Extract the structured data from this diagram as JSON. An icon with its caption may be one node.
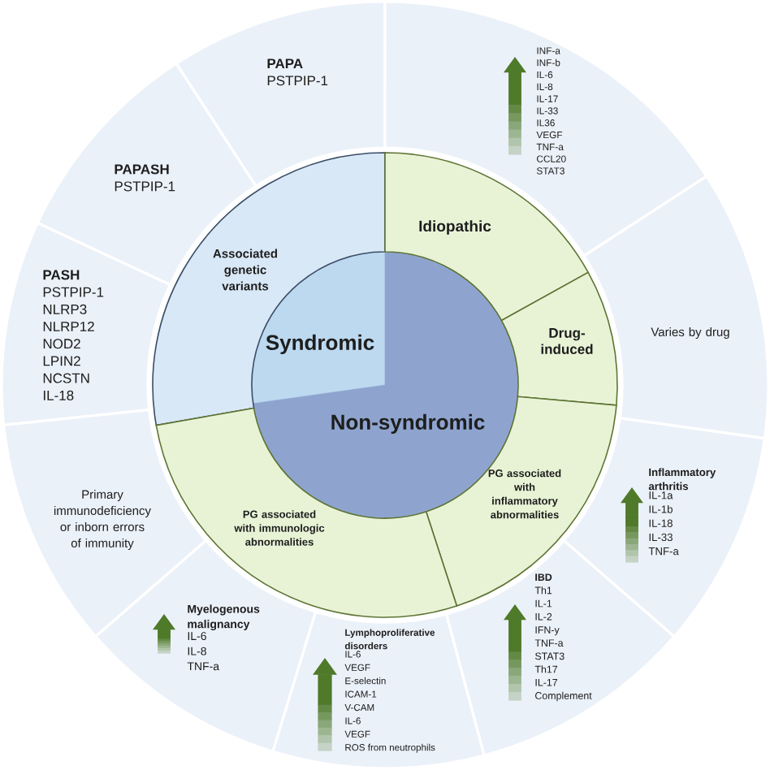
{
  "diagram": {
    "nodes": [
      {
        "text": [
          "Syndromic"
        ]
      },
      {
        "text": [
          "Non-syndromic"
        ]
      },
      {
        "text": [
          "Associated genetic variants"
        ]
      },
      {
        "text": [
          "Idiopathic"
        ]
      },
      {
        "text": [
          "Drug-induced"
        ]
      },
      {
        "text": [
          "PG associated with inflammatory abnormalities"
        ]
      },
      {
        "text": [
          "PG associated with immunologic abnormalities"
        ]
      },
      {
        "text": [
          "PAPA",
          "PSTPIP-1"
        ]
      },
      {
        "text": [
          "PAPASH",
          "PSTPIP-1"
        ]
      },
      {
        "text": [
          "PASH",
          "PSTPIP-1",
          "NLRP3",
          "NLRP12",
          "NOD2",
          "LPIN2",
          "NCSTN",
          "IL-18"
        ]
      },
      {
        "text": [
          "Primary immunodeficiency or inborn errors of immunity"
        ]
      },
      {
        "text": [
          "Myelogenous malignancy",
          "IL-6",
          "IL-8",
          "TNF-a"
        ]
      },
      {
        "text": [
          "Lymphoproliferative disorders",
          "IL-6",
          "VEGF",
          "E-selectin",
          "ICAM-1",
          "V-CAM",
          "IL-6",
          "VEGF",
          "ROS from neutrophils"
        ]
      },
      {
        "text": [
          "IBD",
          "Th1",
          "IL-1",
          "IL-2",
          "IFN-y",
          "TNF-a",
          "STAT3",
          "Th17",
          "IL-17",
          "Complement"
        ]
      },
      {
        "text": [
          "Inflammatory arthritis",
          "IL-1a",
          "IL-1b",
          "IL-18",
          "IL-33",
          "TNF-a"
        ]
      },
      {
        "text": [
          "Varies by drug"
        ]
      },
      {
        "text": [
          "INF-a",
          "INF-b",
          "IL-6",
          "IL-8",
          "IL-17",
          "IL-33",
          "IL36",
          "VEGF",
          "TNF-a",
          "CCL20",
          "STAT3"
        ]
      }
    ]
  }
}
